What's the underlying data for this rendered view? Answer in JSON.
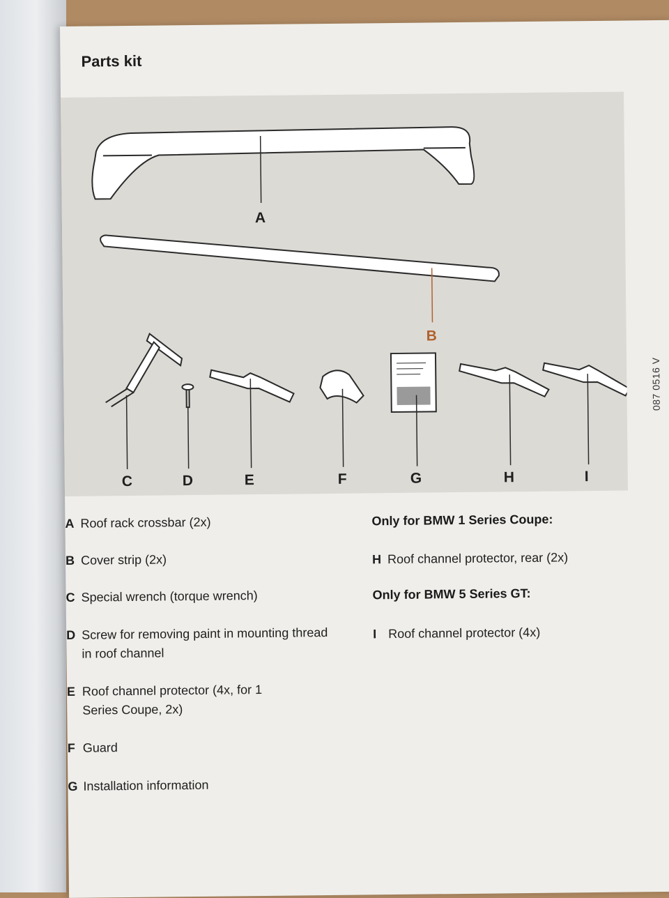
{
  "title": "Parts kit",
  "figure_code": "087 0516 V",
  "callouts": {
    "A": "A",
    "B": "B",
    "C": "C",
    "D": "D",
    "E": "E",
    "F": "F",
    "G": "G",
    "H": "H",
    "I": "I"
  },
  "legend_left": [
    {
      "letter": "A",
      "text": "Roof rack crossbar (2x)"
    },
    {
      "letter": "B",
      "text": "Cover strip (2x)"
    },
    {
      "letter": "C",
      "text": "Special wrench (torque wrench)"
    },
    {
      "letter": "D",
      "text": "Screw for removing paint in mounting thread in roof channel"
    },
    {
      "letter": "E",
      "text": "Roof channel protector (4x, for 1 Series Coupe, 2x)"
    },
    {
      "letter": "F",
      "text": "Guard"
    },
    {
      "letter": "G",
      "text": "Installation information"
    }
  ],
  "legend_right": {
    "subhead_1": "Only for BMW 1 Series Coupe:",
    "item_h": {
      "letter": "H",
      "text": "Roof channel protector, rear (2x)"
    },
    "subhead_2": "Only for BMW 5 Series GT:",
    "item_i": {
      "letter": "I",
      "text": "Roof channel protector (4x)"
    }
  },
  "colors": {
    "callout_b": "#b0622d",
    "paper": "#efeeea",
    "figure_bg": "#dcdad5"
  }
}
